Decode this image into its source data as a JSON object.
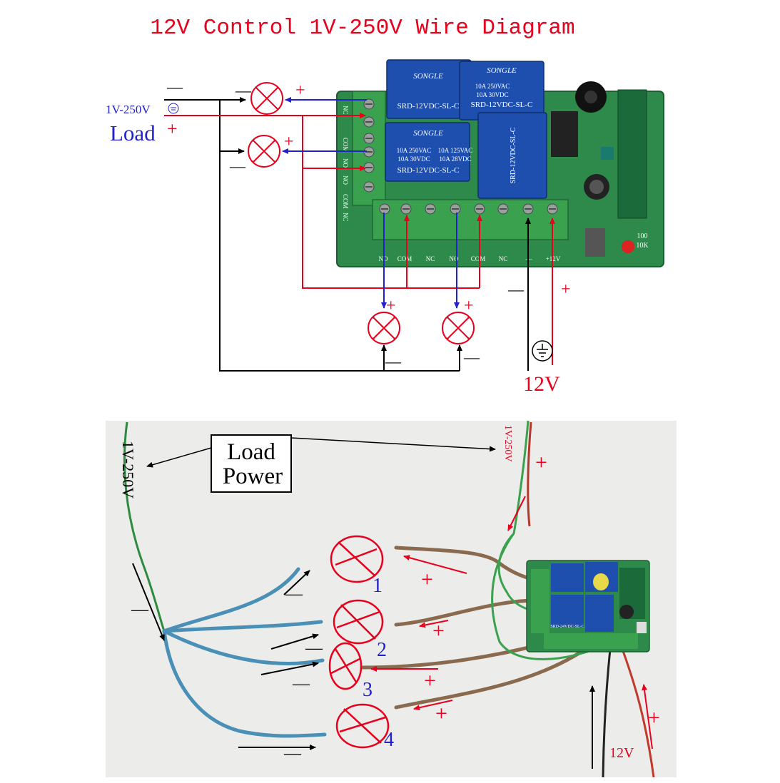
{
  "title": "12V Control 1V-250V Wire Diagram",
  "top": {
    "supply_voltage": "1V-250V",
    "load": "Load",
    "plus": "+",
    "minus": "—",
    "control_voltage": "12V",
    "relay": {
      "brand": "SONGLE",
      "model": "SRD-12VDC-SL-C",
      "rating_1": "10A 250VAC",
      "rating_2": "10A 125VAC",
      "rating_3": "10A 30VDC",
      "rating_4": "10A 28VDC"
    },
    "terminals": [
      "NO",
      "COM",
      "NC",
      "NO",
      "COM",
      "NC",
      "—",
      "+12V"
    ],
    "side_terminals": [
      "NC",
      "COM",
      "NO",
      "NO",
      "COM",
      "NC"
    ],
    "board_labels": [
      "100",
      "10K"
    ]
  },
  "bottom": {
    "load_power": [
      "Load",
      "Power"
    ],
    "wire_voltage": "1V-250V",
    "control_voltage": "12V",
    "load_numbers": [
      "1",
      "2",
      "3",
      "4"
    ],
    "plus": "+",
    "minus": "—",
    "relay_model": "SRD-24VDC-SL-C"
  },
  "colors": {
    "red": "#e8001c",
    "blue": "#2222cc",
    "black": "#000000",
    "pcb": "#2d8a4a",
    "relay": "#1e4fae",
    "terminal": "#3aa24f"
  }
}
